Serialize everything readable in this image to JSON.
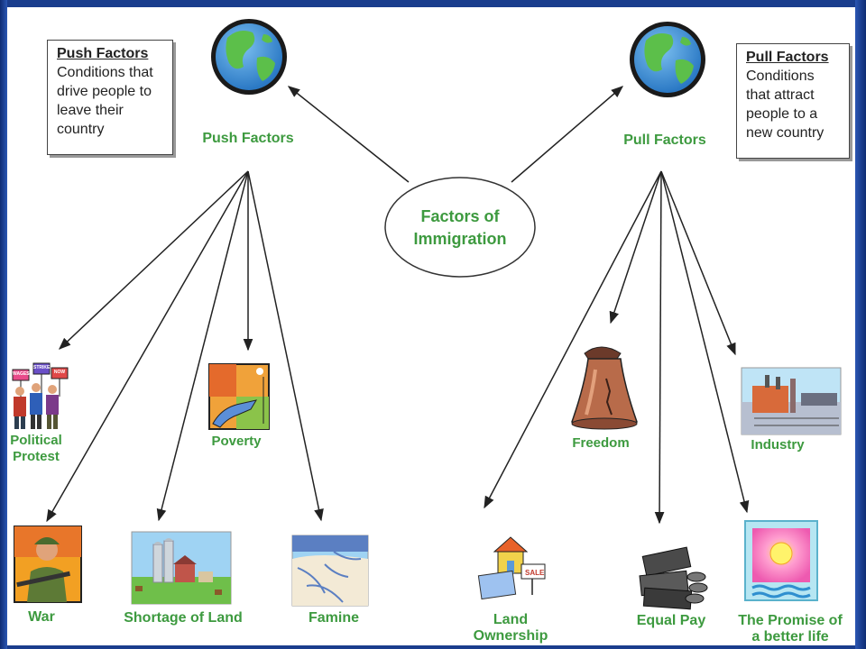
{
  "center": {
    "line1": "Factors of",
    "line2": "Immigration"
  },
  "push": {
    "heading": "Push Factors",
    "box_title": "Push Factors",
    "box_lines": [
      "Conditions that",
      "drive people to",
      "leave their",
      "country"
    ],
    "items": {
      "political_protest": [
        "Political",
        "Protest"
      ],
      "poverty": "Poverty",
      "war": "War",
      "shortage_of_land": "Shortage of Land",
      "famine": "Famine"
    }
  },
  "pull": {
    "heading": "Pull Factors",
    "box_title": "Pull Factors",
    "box_lines": [
      "Conditions",
      "that attract",
      "people to a",
      "new country"
    ],
    "items": {
      "freedom": "Freedom",
      "industry": "Industry",
      "land_ownership": [
        "Land",
        "Ownership"
      ],
      "equal_pay": "Equal Pay",
      "promise": [
        "The Promise of",
        "a better life"
      ]
    }
  },
  "sign_texts": [
    "WAGES",
    "STRIKE",
    "NOW"
  ],
  "sale_sign": "SALE",
  "colors": {
    "label_green": "#3d9a3f",
    "frame_blue": "#1c3f8f",
    "globe_ocean": "#3b8fd8",
    "globe_land": "#5cbf4a"
  }
}
